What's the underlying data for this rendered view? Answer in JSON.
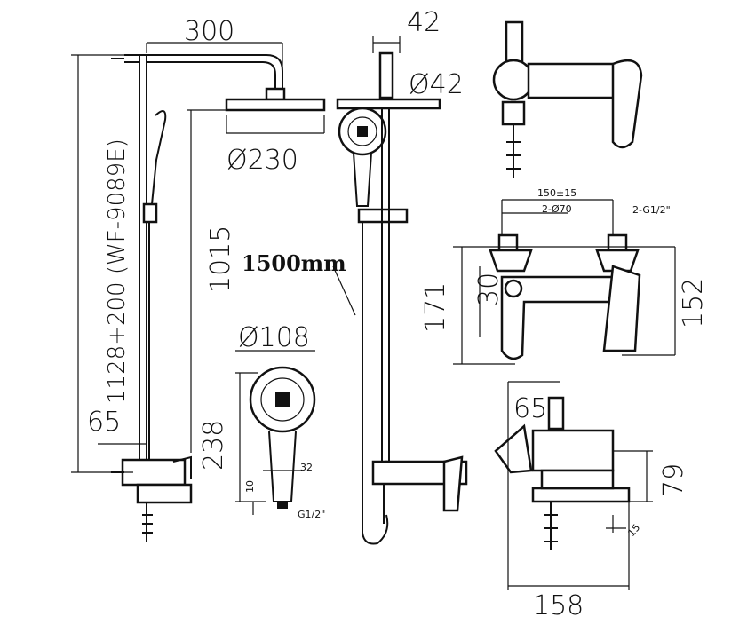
{
  "labels": {
    "arm_length": "300",
    "head_diameter": "Ø230",
    "top_width": "42",
    "pipe_diameter": "Ø42",
    "total_height": "1128+200 (WF-9089E)",
    "rail_height": "1015",
    "hose_length": "1500mm",
    "handshower_diameter": "Ø108",
    "handshower_length": "238",
    "offset": "65",
    "thread_length": "10",
    "handle_width": "32",
    "handshower_thread": "G1/2\"",
    "centers": "150±15",
    "escutcheons": "2-Ø70",
    "inlet_threads": "2-G1/2\"",
    "mixer_height": "171",
    "inlet_offset": "30",
    "mixer_body_height": "152",
    "side_offset": "65",
    "spout_height": "79",
    "spout_angle": "15",
    "mixer_depth": "158"
  }
}
